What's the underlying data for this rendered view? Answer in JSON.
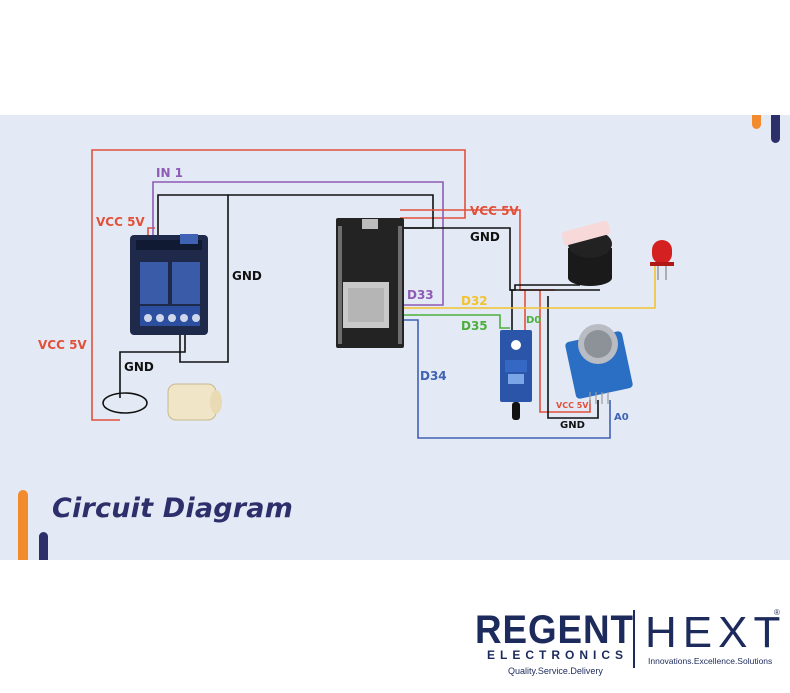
{
  "title": "Circuit Diagram",
  "colors": {
    "panel_bg": "#e4eaf5",
    "wire_red": "#e2503a",
    "wire_purple": "#8e5bb5",
    "wire_black": "#111111",
    "wire_yellow": "#f2c230",
    "wire_green": "#4caf3c",
    "wire_blue": "#3f62b5",
    "accent_orange": "#f28a2e",
    "accent_navy": "#2d2f6b"
  },
  "labels": {
    "in1": "IN 1",
    "vcc_relay": "VCC 5V",
    "gnd_relay": "GND",
    "vcc_pump": "VCC 5V",
    "gnd_pump": "GND",
    "vcc_top": "VCC 5V",
    "gnd_top": "GND",
    "d33": "D33",
    "d32": "D32",
    "d35": "D35",
    "d0": "D0",
    "d34": "D34",
    "vcc_gas": "VCC 5V",
    "gnd_gas": "GND",
    "a0": "A0"
  },
  "branding": {
    "regent": "REGENT",
    "electronics": "ELECTRONICS",
    "regent_tagline": "Quality.Service.Delivery",
    "hext": "HEXT",
    "hext_tagline": "Innovations.Excellence.Solutions",
    "registered": "®"
  },
  "components": {
    "relay": "relay-module-2ch",
    "esp32": "esp32-board",
    "pump": "water-pump",
    "buzzer": "buzzer",
    "led": "red-led",
    "flame_sensor": "flame-sensor-module",
    "gas_sensor": "gas-sensor-module"
  }
}
